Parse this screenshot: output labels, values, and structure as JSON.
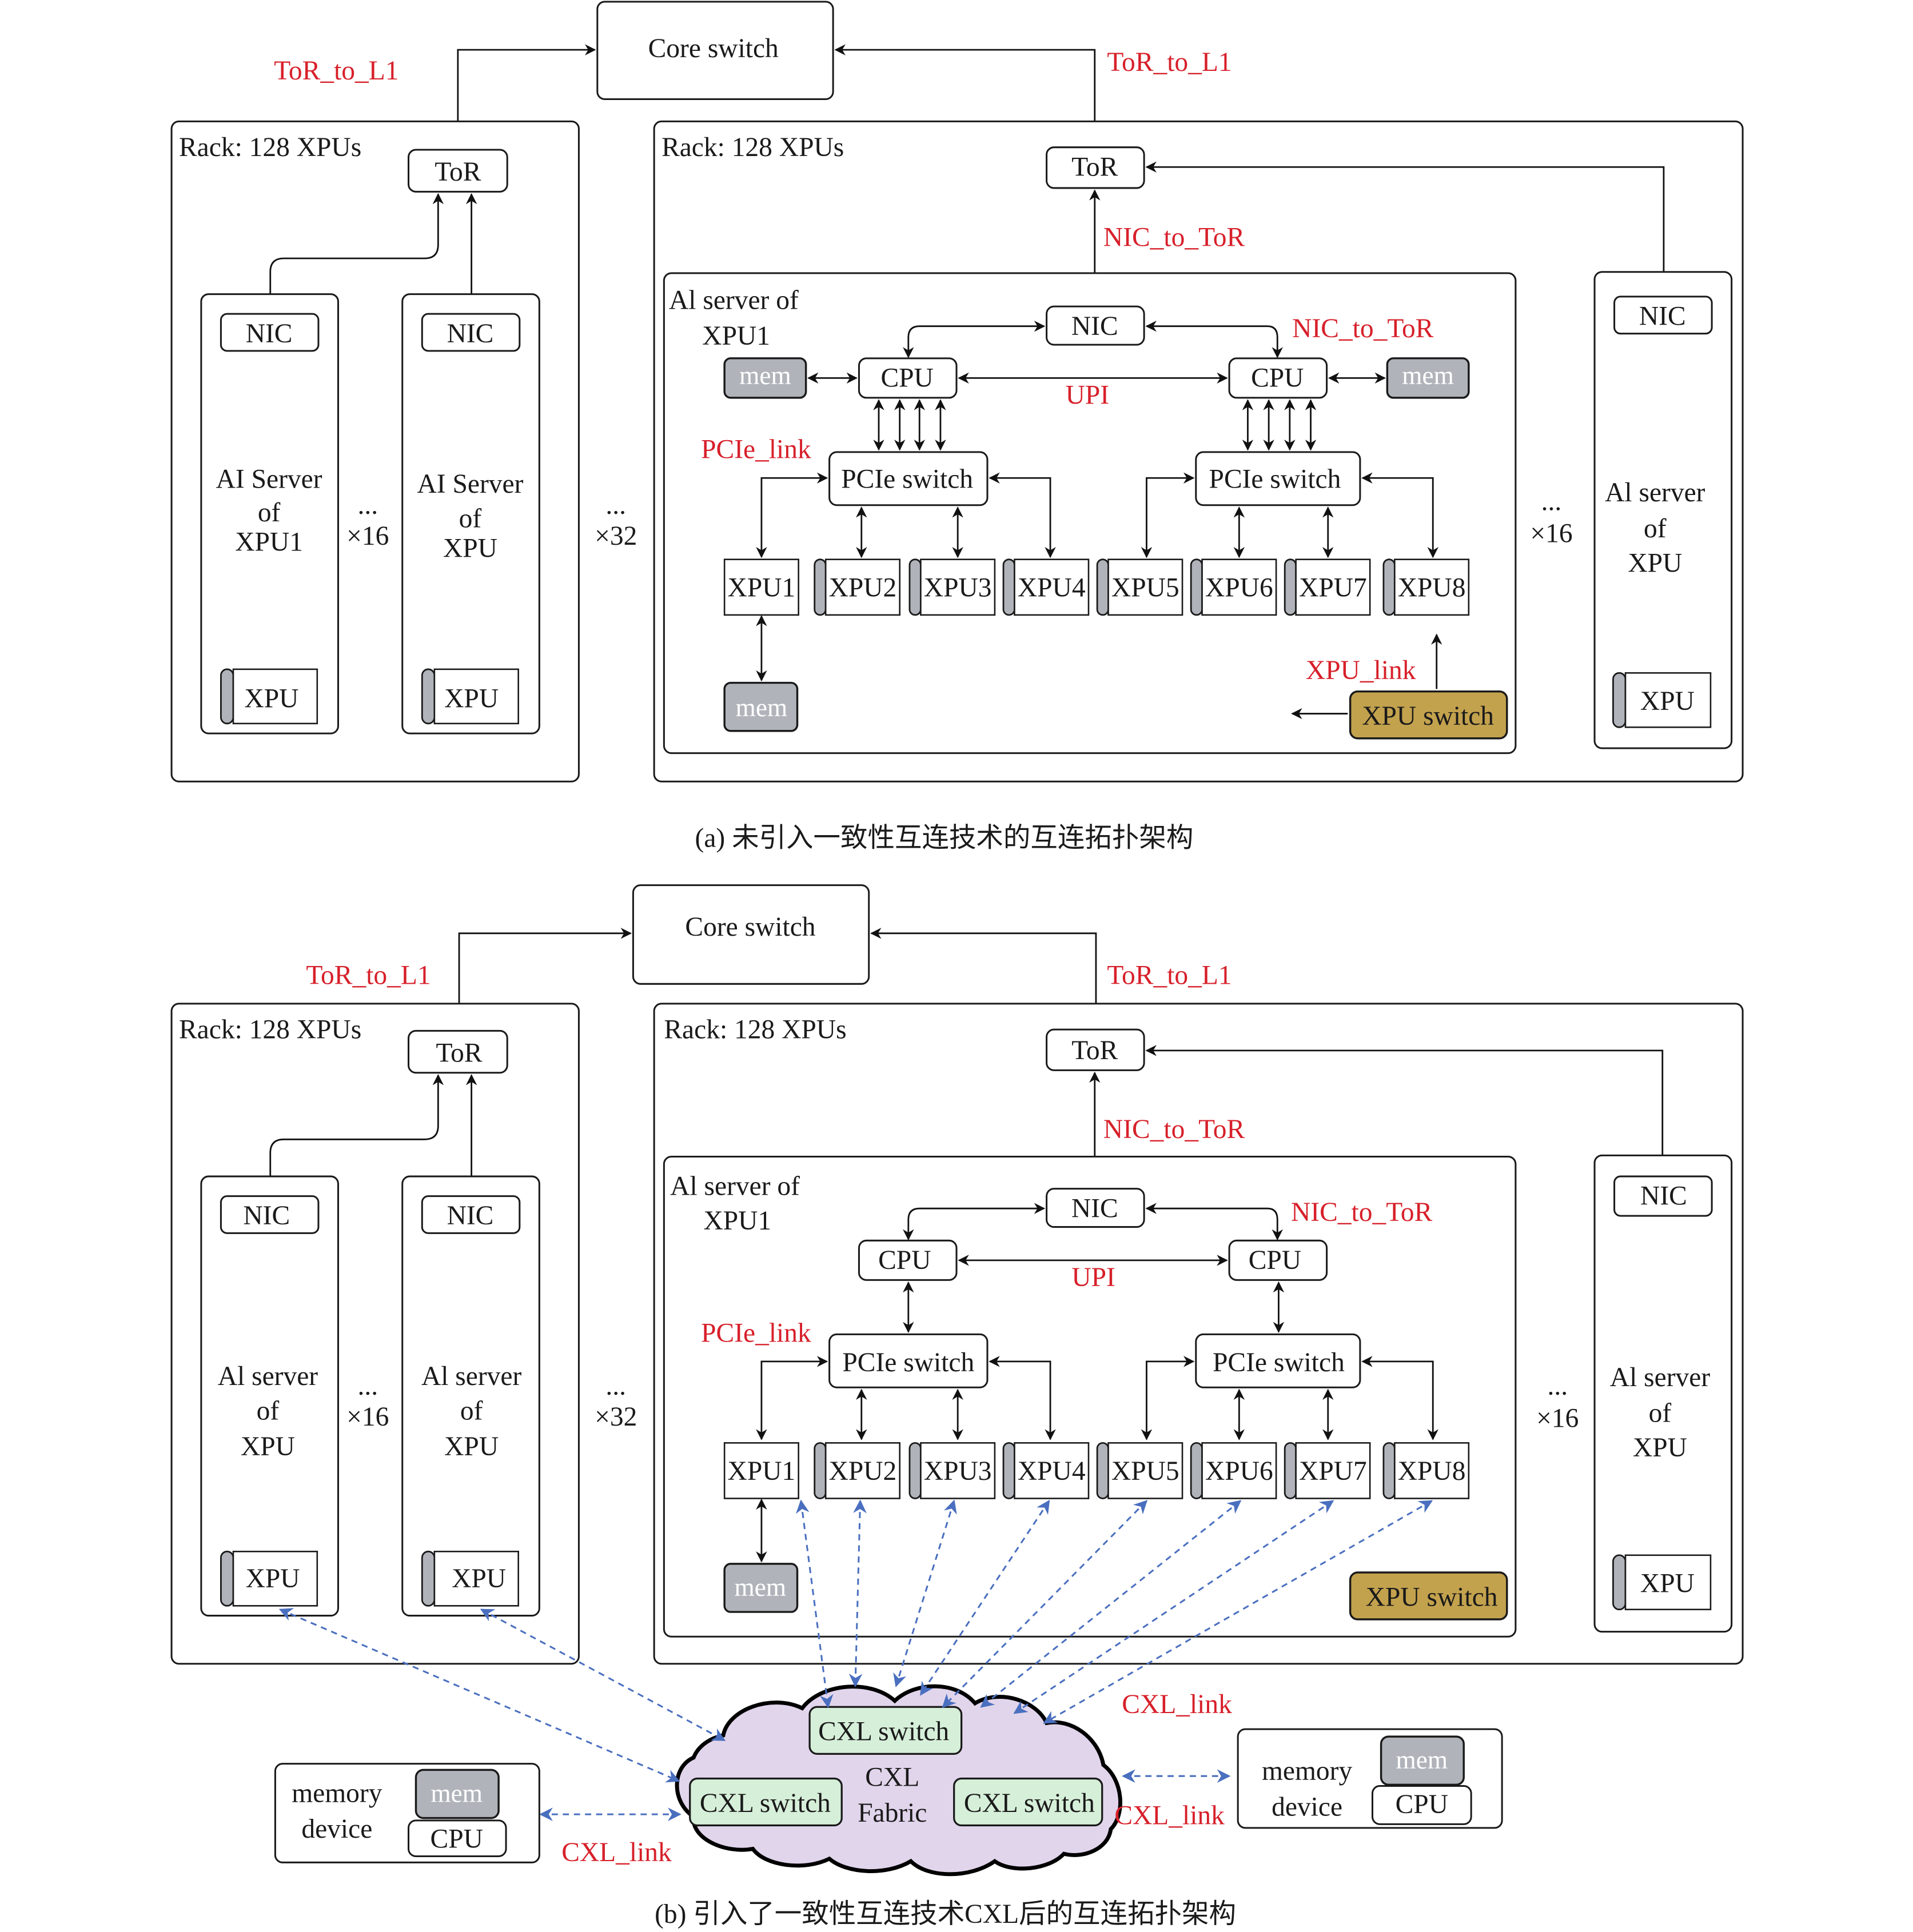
{
  "panel_a": {
    "caption": "(a)  未引入一致性互连技术的互连拓扑架构",
    "core_switch": "Core switch",
    "link_tor_to_l1_left": "ToR_to_L1",
    "link_tor_to_l1_right": "ToR_to_L1",
    "left_rack": {
      "title": "Rack: 128 XPUs",
      "tor": "ToR",
      "server1": {
        "nic": "NIC",
        "name_lines": [
          "AI Server",
          "of",
          "XPU1"
        ],
        "xpu": "XPU"
      },
      "server2": {
        "nic": "NIC",
        "name_lines": [
          "AI Server",
          "of",
          "XPU"
        ],
        "xpu": "XPU"
      },
      "ellipsis": "...",
      "multiplier": "×16"
    },
    "between_racks": {
      "ellipsis": "...",
      "multiplier": "×32"
    },
    "right_rack": {
      "title": "Rack: 128 XPUs",
      "tor": "ToR",
      "link_nic_to_tor": "NIC_to_ToR",
      "server_detail": {
        "title_lines": [
          "Al server of",
          "XPU1"
        ],
        "nic": "NIC",
        "link_nic_to_tor": "NIC_to_ToR",
        "cpu_left": "CPU",
        "cpu_right": "CPU",
        "mem_left": "mem",
        "mem_right": "mem",
        "link_upi": "UPI",
        "link_pcie": "PCIe_link",
        "pcie_left": "PCIe switch",
        "pcie_right": "PCIe switch",
        "xpus": [
          "XPU1",
          "XPU2",
          "XPU3",
          "XPU4",
          "XPU5",
          "XPU6",
          "XPU7",
          "XPU8"
        ],
        "xpu1_mem": "mem",
        "link_xpu": "XPU_link",
        "xpu_switch": "XPU switch"
      },
      "ellipsis": "...",
      "multiplier": "×16",
      "server_other": {
        "nic": "NIC",
        "name_lines": [
          "Al server",
          "of",
          "XPU"
        ],
        "xpu": "XPU"
      }
    }
  },
  "panel_b": {
    "caption": "(b)  引入了一致性互连技术CXL后的互连拓扑架构",
    "core_switch": "Core switch",
    "link_tor_to_l1_left": "ToR_to_L1",
    "link_tor_to_l1_right": "ToR_to_L1",
    "left_rack": {
      "title": "Rack: 128 XPUs",
      "tor": "ToR",
      "server1": {
        "nic": "NIC",
        "name_lines": [
          "Al server",
          "of",
          "XPU"
        ],
        "xpu": "XPU"
      },
      "server2": {
        "nic": "NIC",
        "name_lines": [
          "Al server",
          "of",
          "XPU"
        ],
        "xpu": "XPU"
      },
      "ellipsis": "...",
      "multiplier": "×16"
    },
    "between_racks": {
      "ellipsis": "...",
      "multiplier": "×32"
    },
    "right_rack": {
      "title": "Rack: 128 XPUs",
      "tor": "ToR",
      "link_nic_to_tor": "NIC_to_ToR",
      "server_detail": {
        "title_lines": [
          "Al server of",
          "XPU1"
        ],
        "nic": "NIC",
        "link_nic_to_tor": "NIC_to_ToR",
        "cpu_left": "CPU",
        "cpu_right": "CPU",
        "link_upi": "UPI",
        "link_pcie": "PCIe_link",
        "pcie_left": "PCIe switch",
        "pcie_right": "PCIe switch",
        "xpus": [
          "XPU1",
          "XPU2",
          "XPU3",
          "XPU4",
          "XPU5",
          "XPU6",
          "XPU7",
          "XPU8"
        ],
        "xpu1_mem": "mem",
        "xpu_switch": "XPU switch"
      },
      "ellipsis": "...",
      "multiplier": "×16",
      "server_other": {
        "nic": "NIC",
        "name_lines": [
          "Al server",
          "of",
          "XPU"
        ],
        "xpu": "XPU"
      }
    },
    "cxl_fabric": {
      "title_lines": [
        "CXL",
        "Fabric"
      ],
      "switch_top": "CXL switch",
      "switch_left": "CXL switch",
      "switch_right": "CXL switch",
      "link_cxl_top": "CXL_link",
      "link_cxl_right": "CXL_link",
      "link_cxl_left": "CXL_link"
    },
    "memory_device_left": {
      "name_lines": [
        "memory",
        "device"
      ],
      "mem": "mem",
      "cpu": "CPU"
    },
    "memory_device_right": {
      "name_lines": [
        "memory",
        "device"
      ],
      "mem": "mem",
      "cpu": "CPU"
    }
  },
  "colors": {
    "link_label": "#d7202a",
    "mem_fill": "#b0b4ba",
    "xpu_switch_fill": "#c3a24e",
    "cxl_switch_fill": "#d6efd9",
    "cxl_cloud_fill": "#e1d5ec",
    "cxl_link": "#4a6fbf"
  }
}
